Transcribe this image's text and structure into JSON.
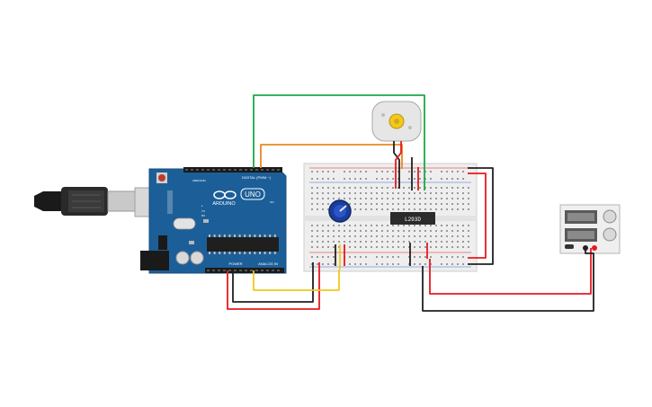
{
  "arduino": {
    "logo_text": "ARDUINO",
    "model_text": "UNO",
    "digital_label": "DIGITAL (PWM ~)",
    "power_label": "POWER",
    "analog_label": "ANALOG IN",
    "aref_label": "AREF",
    "gnd_label": "GND",
    "tx_label": "TX",
    "rx_label": "RX",
    "on_label": "ON",
    "l_label": "L"
  },
  "driver_chip": {
    "label": "L293D"
  },
  "motor": {
    "name": "DC motor"
  },
  "power_supply": {
    "name": "DC power supply"
  },
  "potentiometer": {
    "name": "potentiometer"
  },
  "usb": {
    "name": "USB cable"
  },
  "colors": {
    "wire_red": "#e8191f",
    "wire_black": "#231f20",
    "wire_green": "#1ea845",
    "wire_orange": "#e8891e",
    "wire_yellow": "#f2c81d",
    "board_blue": "#1c5f98",
    "breadboard": "#eeeeee",
    "chip": "#2b2b2b"
  }
}
